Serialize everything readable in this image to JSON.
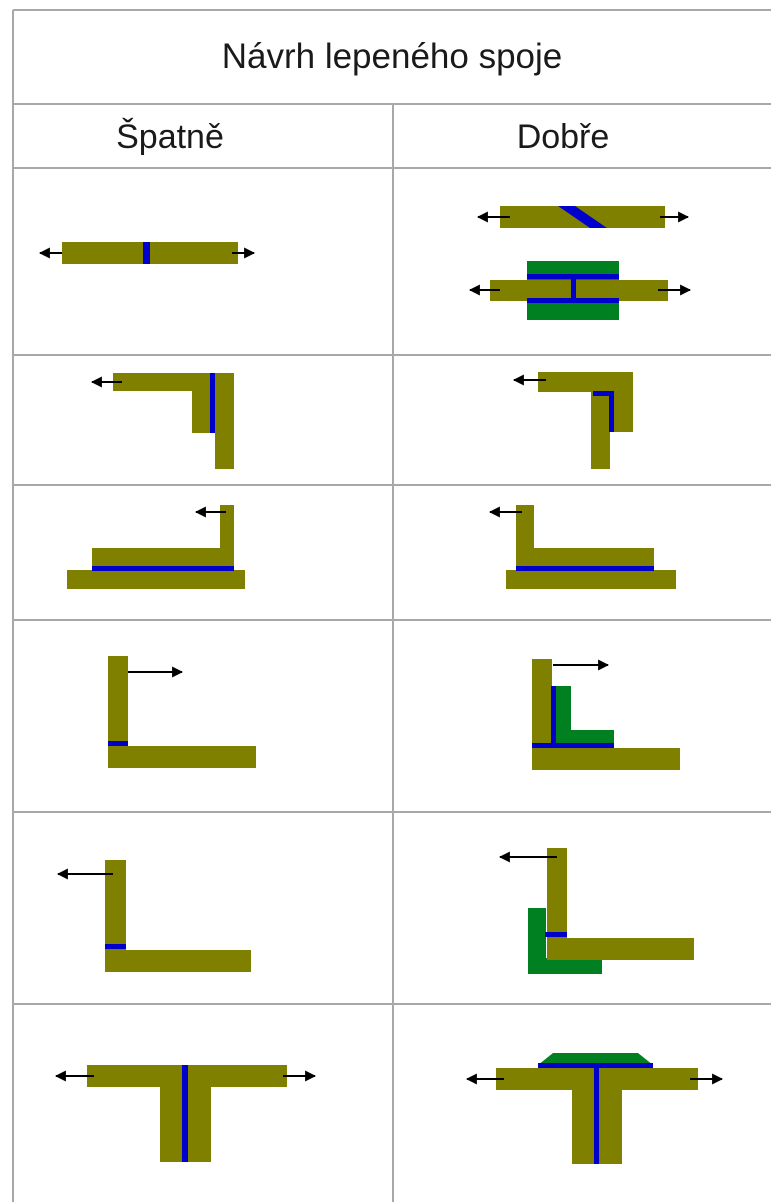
{
  "title": "Návrh lepeného spoje",
  "columns": {
    "bad": "Špatně",
    "good": "Dobře"
  },
  "colors": {
    "adherend": "#808000",
    "adhesive": "#0000cc",
    "reinforcement": "#008020",
    "arrow": "#000000",
    "grid": "#a8a8a8"
  },
  "rows": [
    {
      "id": "butt-joint"
    },
    {
      "id": "corner-joint"
    },
    {
      "id": "flange-joint"
    },
    {
      "id": "l-joint-right-pull"
    },
    {
      "id": "l-joint-left-pull"
    },
    {
      "id": "t-joint"
    }
  ]
}
